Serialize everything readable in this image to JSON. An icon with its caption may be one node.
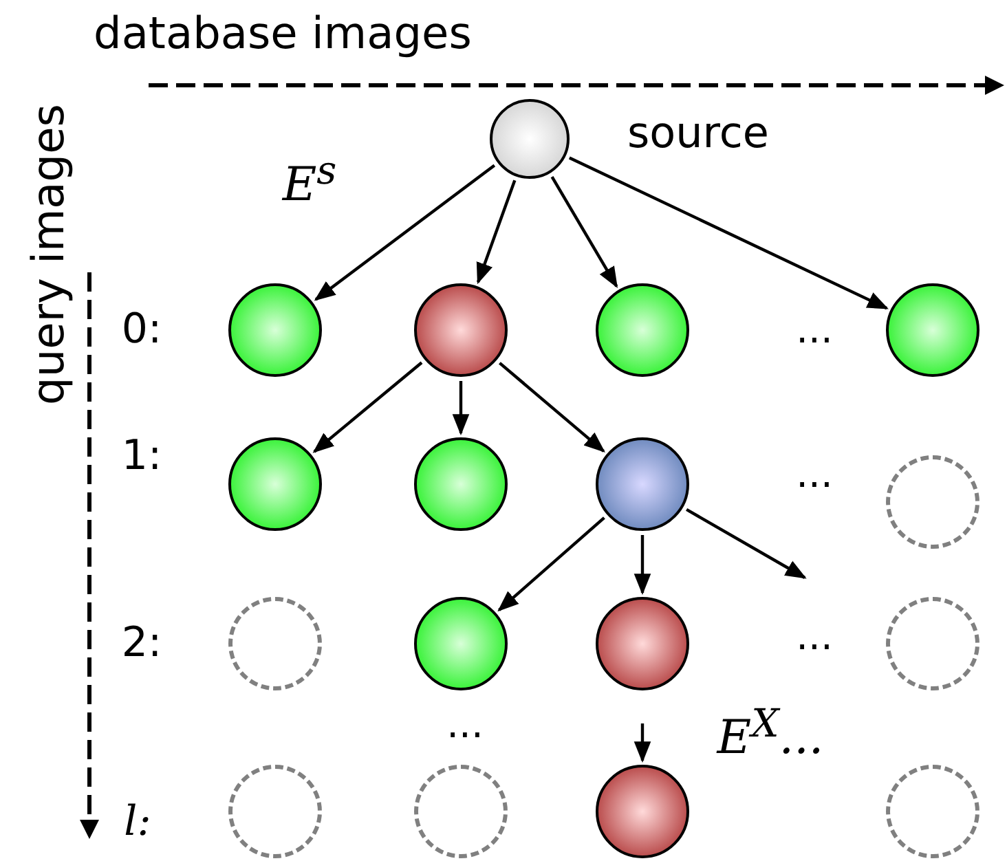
{
  "diagram": {
    "nodes": [
      {
        "text": [],
        "shape": "circle",
        "beside": [
          "source"
        ]
      },
      {
        "text": [],
        "shape": "circle"
      },
      {
        "text": [],
        "shape": "circle"
      },
      {
        "text": [],
        "shape": "circle"
      },
      {
        "text": [],
        "shape": "circle"
      },
      {
        "text": [],
        "shape": "circle"
      },
      {
        "text": [],
        "shape": "circle"
      },
      {
        "text": [],
        "shape": "circle"
      },
      {
        "text": [],
        "shape": "circle"
      },
      {
        "text": [],
        "shape": "circle"
      },
      {
        "text": [],
        "shape": "circle"
      },
      {
        "text": [],
        "shape": "circle"
      },
      {
        "text": [],
        "shape": "circle"
      },
      {
        "text": [],
        "shape": "circle"
      },
      {
        "text": [],
        "shape": "circle"
      },
      {
        "text": [],
        "shape": "circle"
      },
      {
        "text": [],
        "shape": "circle"
      }
    ],
    "edges": [
      {
        "from": 0,
        "to": 1,
        "arrow": "to"
      },
      {
        "from": 0,
        "to": 2,
        "arrow": "to"
      },
      {
        "from": 0,
        "to": 3,
        "arrow": "to"
      },
      {
        "from": 0,
        "to": 4,
        "arrow": "to"
      },
      {
        "from": 2,
        "to": 5,
        "arrow": "to"
      },
      {
        "from": 2,
        "to": 6,
        "arrow": "to"
      },
      {
        "from": 2,
        "to": 7,
        "arrow": "to"
      },
      {
        "from": 7,
        "to": 10,
        "arrow": "to"
      },
      {
        "from": 7,
        "to": 11,
        "arrow": "to"
      },
      {
        "from": 7,
        "to": null,
        "arrow": "to"
      },
      {
        "from": 11,
        "to": 15,
        "arrow": "to"
      }
    ],
    "labels": [
      "database images",
      "query images",
      "E$^{s}$",
      "0:",
      "...",
      "1:",
      "...",
      "2:",
      "...",
      "...",
      "E$^{X}$...",
      "l:"
    ]
  }
}
